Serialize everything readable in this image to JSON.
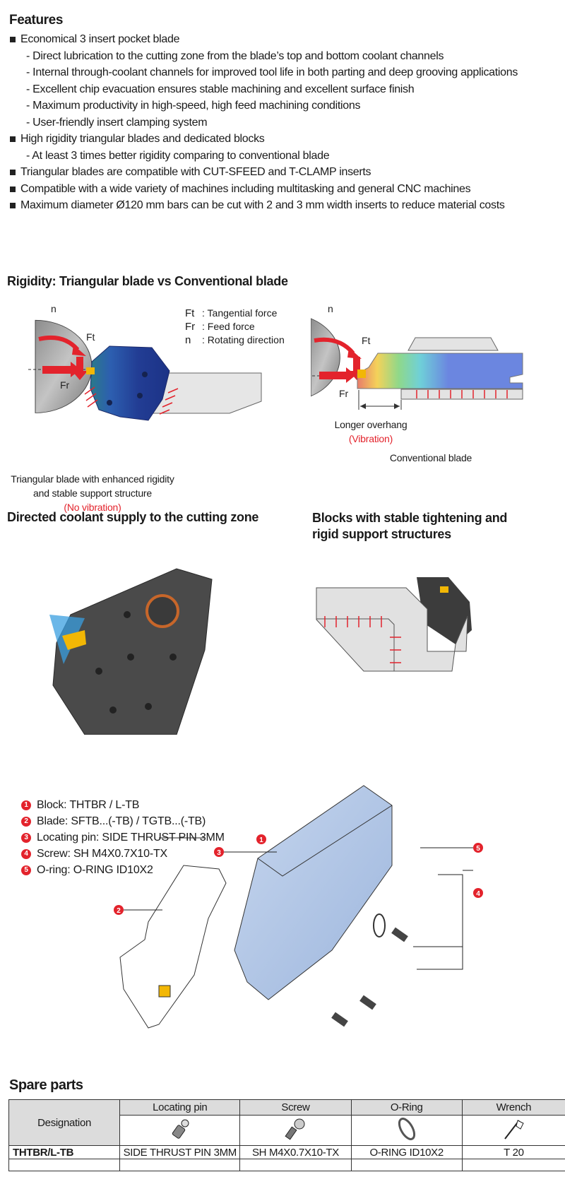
{
  "features": {
    "title": "Features",
    "items": [
      {
        "type": "bullet",
        "text": "Economical 3 insert pocket blade"
      },
      {
        "type": "sub",
        "text": "- Direct lubrication to the cutting zone from the blade’s top and bottom coolant channels"
      },
      {
        "type": "sub",
        "text": "- Internal through-coolant channels for improved tool life in both parting and deep grooving applications"
      },
      {
        "type": "sub",
        "text": "- Excellent chip evacuation ensures stable machining and excellent surface finish"
      },
      {
        "type": "sub",
        "text": "- Maximum productivity in high-speed, high feed machining conditions"
      },
      {
        "type": "sub",
        "text": "- User-friendly insert clamping system"
      },
      {
        "type": "bullet",
        "text": "High rigidity triangular blades and dedicated blocks"
      },
      {
        "type": "sub",
        "text": "- At least 3 times better rigidity comparing to conventional blade"
      },
      {
        "type": "bullet",
        "text": "Triangular blades are compatible with CUT-SFEED and T-CLAMP inserts"
      },
      {
        "type": "bullet",
        "text": "Compatible with a wide variety of machines including multitasking and general CNC machines"
      },
      {
        "type": "bullet",
        "text": "Maximum diameter Ø120 mm bars can be cut with 2 and 3 mm width inserts to reduce material costs"
      }
    ]
  },
  "rigidity": {
    "title": "Rigidity: Triangular blade vs Conventional blade",
    "legend": [
      {
        "symbol": "Ft",
        "text": ": Tangential force"
      },
      {
        "symbol": "Fr",
        "text": ": Feed force"
      },
      {
        "symbol": "n",
        "text": ": Rotating direction"
      }
    ],
    "labels": {
      "n": "n",
      "ft": "Ft",
      "fr": "Fr"
    },
    "triangular": {
      "caption_line1": "Triangular blade with enhanced rigidity",
      "caption_line2": "and stable support structure",
      "caption_note": "(No vibration)"
    },
    "conventional": {
      "overhang": "Longer overhang",
      "overhang_note": "(Vibration)",
      "caption": "Conventional blade"
    }
  },
  "coolant": {
    "title": "Directed coolant supply to the cutting zone"
  },
  "blocks": {
    "title_line1": "Blocks with stable tightening and",
    "title_line2": "rigid support structures"
  },
  "components": {
    "items": [
      {
        "num": "1",
        "text": "Block: THTBR / L-TB"
      },
      {
        "num": "2",
        "text": "Blade: SFTB...(-TB) / TGTB...(-TB)"
      },
      {
        "num": "3",
        "text": "Locating pin: SIDE THRUST PIN 3MM"
      },
      {
        "num": "4",
        "text": "Screw: SH M4X0.7X10-TX"
      },
      {
        "num": "5",
        "text": "O-ring: O-RING ID10X2"
      }
    ]
  },
  "spare_parts": {
    "title": "Spare parts",
    "designation_header": "Designation",
    "columns": [
      {
        "label": "Locating pin",
        "icon": "locating-pin-icon"
      },
      {
        "label": "Screw",
        "icon": "screw-icon"
      },
      {
        "label": "O-Ring",
        "icon": "o-ring-icon"
      },
      {
        "label": "Wrench",
        "icon": "wrench-icon"
      }
    ],
    "rows": [
      {
        "designation": "THTBR/L-TB",
        "values": [
          "SIDE THRUST PIN 3MM",
          "SH M4X0.7X10-TX",
          "O-RING ID10X2",
          "T 20"
        ]
      }
    ]
  },
  "colors": {
    "accent_red": "#e3232c",
    "header_gray": "#dcdcdc",
    "blade_blue": "#2a3f9e",
    "insert_yellow": "#f2b705"
  }
}
